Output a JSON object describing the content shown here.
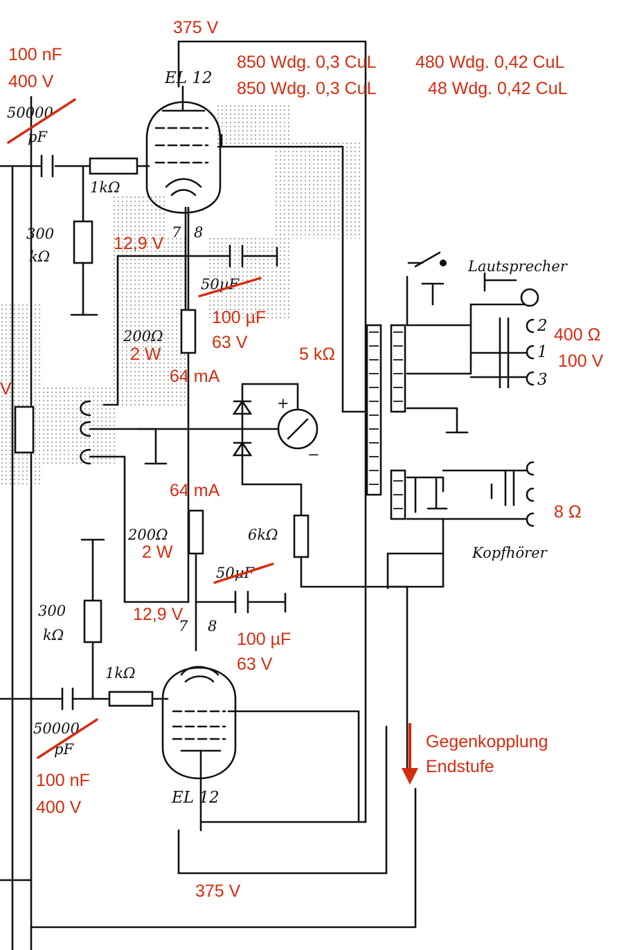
{
  "colors": {
    "ink": "#111111",
    "annotation": "#d52b0f",
    "paper": "#ffffff",
    "halftone": "#555555"
  },
  "tubes": {
    "top": "EL 12",
    "bottom": "EL 12"
  },
  "pins": {
    "top_left": "7",
    "top_right": "8",
    "bottom_left": "7",
    "bottom_right": "8"
  },
  "original": {
    "cap_top_value": "50000",
    "cap_top_unit": "pF",
    "cap_bottom_value": "50000",
    "cap_bottom_unit": "pF",
    "grid_res_top": "1kΩ",
    "grid_res_bottom": "1kΩ",
    "leak_top_a": "300",
    "leak_top_b": "kΩ",
    "leak_bottom_a": "300",
    "leak_bottom_b": "kΩ",
    "cath_res_top": "200Ω",
    "cath_res_bottom": "200Ω",
    "elko_top": "50µF",
    "elko_bottom": "50µF",
    "meter_res": "6kΩ",
    "speaker_label": "Lautsprecher",
    "headphones_label": "Kopfhörer",
    "tap_2": "2",
    "tap_1": "1",
    "tap_3": "3"
  },
  "annotations": {
    "top_supply": "375 V",
    "bottom_supply": "375 V",
    "winding_1": "850 Wdg. 0,3 CuL",
    "winding_2": "850 Wdg. 0,3 CuL",
    "winding_3": "480 Wdg. 0,42 CuL",
    "winding_4": "48 Wdg. 0,42 CuL",
    "cap_top_value": "100 nF",
    "cap_top_voltage": "400 V",
    "cap_bottom_value": "100 nF",
    "cap_bottom_voltage": "400 V",
    "cathode_voltage_top": "12,9 V",
    "cathode_voltage_bottom": "12,9 V",
    "elko_top_value": "100 µF",
    "elko_top_voltage": "63 V",
    "elko_bottom_value": "100 µF",
    "elko_bottom_voltage": "63 V",
    "res_top_power": "2 W",
    "res_bottom_power": "2 W",
    "current_top": "64 mA",
    "current_bottom": "64 mA",
    "impedance_primary": "5 kΩ",
    "speaker_impedance": "400 Ω",
    "speaker_voltage": "100 V",
    "headphone_impedance": "8 Ω",
    "feedback_1": "Gegenkopplung",
    "feedback_2": "Endstufe",
    "left_edge_fragment": "V"
  }
}
